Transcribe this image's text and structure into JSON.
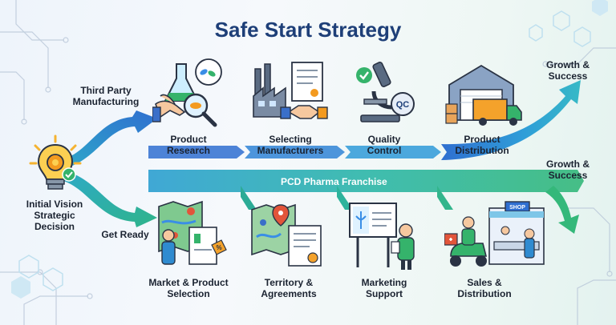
{
  "title": "Safe Start Strategy",
  "start": {
    "label": "Initial Vision\nStrategic\nDecision",
    "icon": "lightbulb-gear-icon"
  },
  "top_track": {
    "branch_label": "Third Party\nManufacturing",
    "end_label": "Growth &\nSuccess",
    "steps": [
      {
        "label": "Product\nResearch",
        "icon": "lab-research-icon"
      },
      {
        "label": "Selecting\nManufacturers",
        "icon": "factory-handshake-icon"
      },
      {
        "label": "Quality\nControl",
        "icon": "microscope-qc-icon"
      },
      {
        "label": "Product\nDistribution",
        "icon": "warehouse-truck-icon"
      }
    ]
  },
  "bottom_track": {
    "branch_label": "Get Ready",
    "band_label": "PCD Pharma  Franchise",
    "end_label": "Growth &\nSuccess",
    "steps": [
      {
        "label": "Market & Product\nSelection",
        "icon": "market-map-icon"
      },
      {
        "label": "Territory &\nAgreements",
        "icon": "map-contract-icon"
      },
      {
        "label": "Marketing\nSupport",
        "icon": "billboard-icon"
      },
      {
        "label": "Sales &\nDistribution",
        "icon": "shop-delivery-icon"
      }
    ]
  },
  "colors": {
    "title": "#1e3f78",
    "arrow_blue": "#2f7fd3",
    "arrow_green": "#2fb48a"
  }
}
